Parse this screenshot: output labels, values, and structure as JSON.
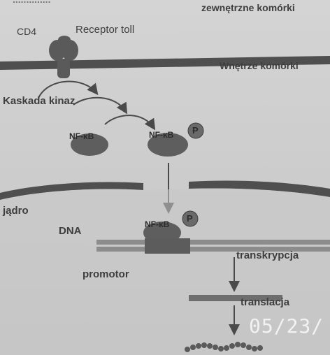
{
  "labels": {
    "top_cut": "..............",
    "outside": "zewnętrzne komórki",
    "cd4": "CD4",
    "receptor": "Receptor toll",
    "inside": "Wnętrze komórki",
    "cascade": "Kaskada kinaz",
    "nfkb_1": "NF-κB",
    "nfkb_2": "NF-κB",
    "nfkb_3": "NF-κB",
    "phospho_1": "P",
    "phospho_2": "P",
    "nucleus": "jądro",
    "dna": "DNA",
    "promoter": "promotor",
    "transcription": "transkrypcja",
    "translation": "translacja",
    "date_stamp": "05/23/"
  },
  "colors": {
    "membrane": "#4f4f4f",
    "protein": "#5e5e5e",
    "dna_strand": "#8c8c8c",
    "mrna": "#6e6e6e"
  }
}
